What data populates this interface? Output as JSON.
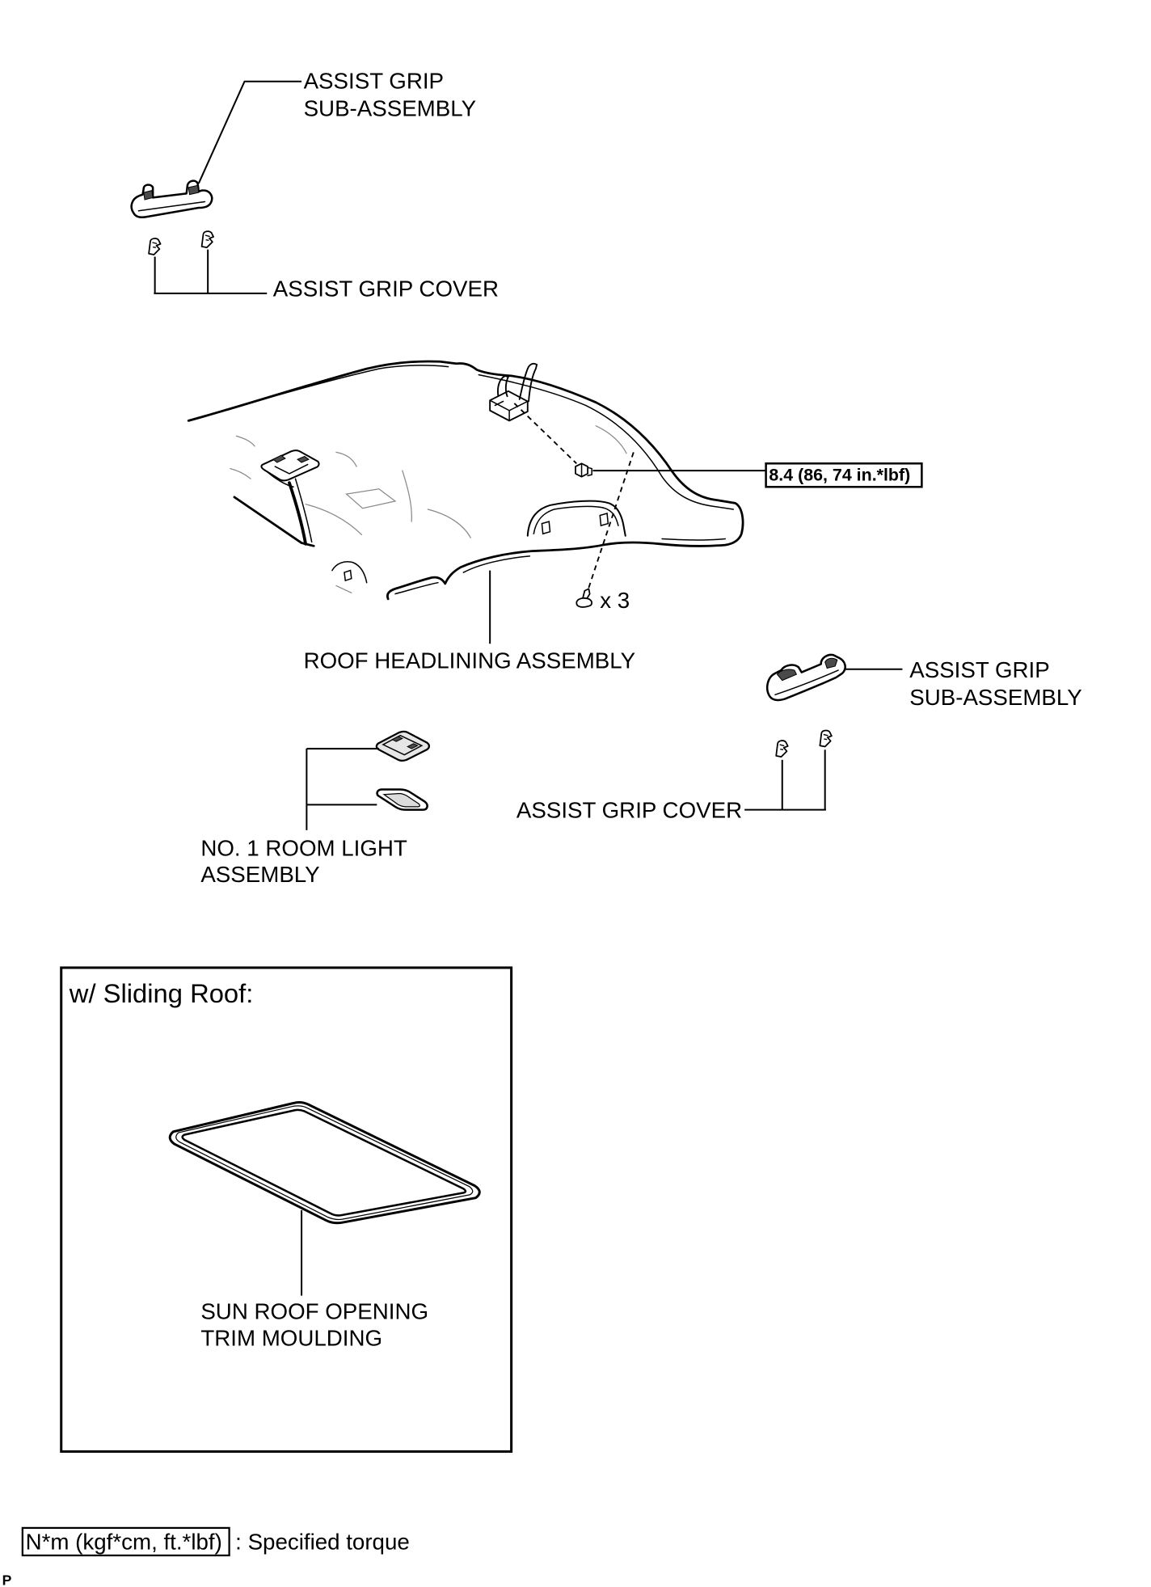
{
  "diagram": {
    "colors": {
      "line": "#000000",
      "background": "#ffffff"
    },
    "callouts": {
      "assist_grip_upper": {
        "line1": "ASSIST GRIP",
        "line2": "SUB-ASSEMBLY"
      },
      "assist_grip_cover_upper": "ASSIST GRIP COVER",
      "torque_value": "8.4 (86, 74 in.*lbf)",
      "clip_quantity": "x 3",
      "roof_headlining": "ROOF HEADLINING ASSEMBLY",
      "assist_grip_lower": {
        "line1": "ASSIST GRIP",
        "line2": "SUB-ASSEMBLY"
      },
      "assist_grip_cover_lower": "ASSIST GRIP COVER",
      "room_light": {
        "line1": "NO. 1 ROOM LIGHT",
        "line2": "ASSEMBLY"
      }
    },
    "sliding_roof_inset": {
      "heading": "w/ Sliding Roof:",
      "part": {
        "line1": "SUN ROOF OPENING",
        "line2": "TRIM MOULDING"
      }
    },
    "legend": {
      "torque_units": "N*m (kgf*cm, ft.*lbf)",
      "description": ": Specified torque"
    },
    "page_marker": "P"
  }
}
